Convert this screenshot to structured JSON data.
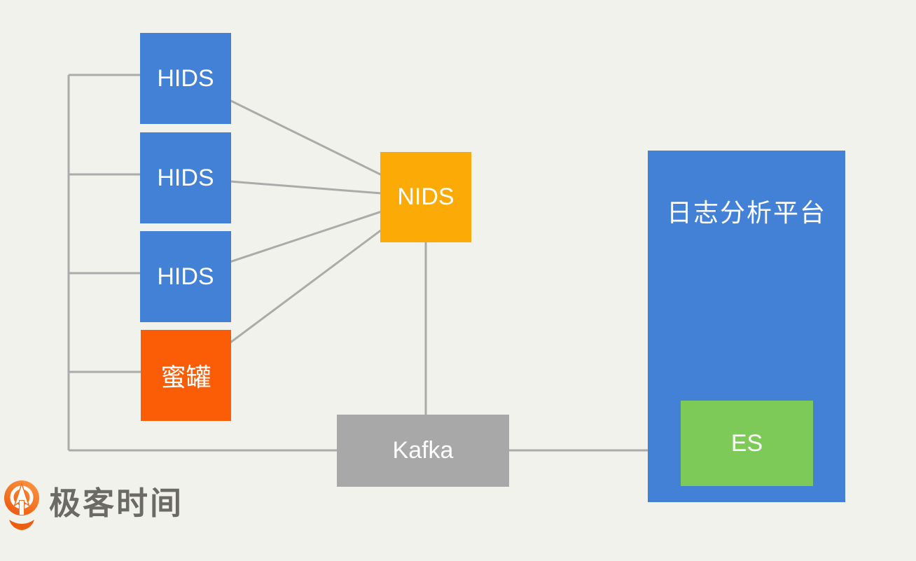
{
  "diagram": {
    "title_context": "security log collection architecture",
    "background_color": "#f2f2ec",
    "line_color": "#ababab",
    "nodes": {
      "hids1": {
        "label": "HIDS",
        "color": "#4381d6",
        "text_color": "#ffffff"
      },
      "hids2": {
        "label": "HIDS",
        "color": "#4381d6",
        "text_color": "#ffffff"
      },
      "hids3": {
        "label": "HIDS",
        "color": "#4381d6",
        "text_color": "#ffffff"
      },
      "honeypot": {
        "label": "蜜罐",
        "color": "#fa5d06",
        "text_color": "#ffffff"
      },
      "nids": {
        "label": "NIDS",
        "color": "#fcaa06",
        "text_color": "#ffffff"
      },
      "kafka": {
        "label": "Kafka",
        "color": "#a8a8a8",
        "text_color": "#ffffff"
      },
      "platform": {
        "label": "日志分析平台",
        "color": "#4381d6",
        "text_color": "#ffffff"
      },
      "es": {
        "label": "ES",
        "color": "#7dca58",
        "text_color": "#ffffff"
      }
    },
    "edges": [
      "hids1-nids",
      "hids2-nids",
      "hids3-nids",
      "honeypot-nids",
      "nids-kafka",
      "bus-hids1",
      "bus-hids2",
      "bus-hids3",
      "bus-honeypot",
      "bus-kafka",
      "kafka-platform"
    ]
  },
  "logo": {
    "text": "极客时间",
    "icon": "geek-time-pin-icon",
    "icon_color": "#f4711f",
    "text_color": "#6b6a66"
  }
}
